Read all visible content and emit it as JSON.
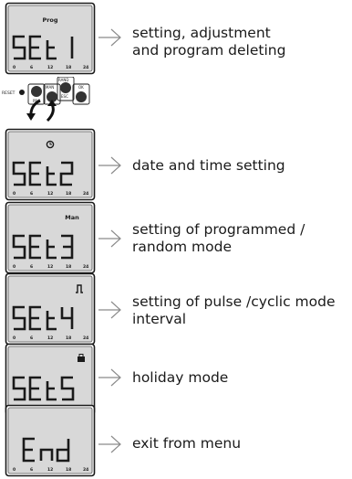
{
  "steps": [
    {
      "indicator": "Prog",
      "display": "SEt 1",
      "description": "setting, adjustment\nand program deleting"
    },
    {
      "indicator": "clock-icon",
      "display": "SEt2",
      "description": "date and time setting"
    },
    {
      "indicator": "Man",
      "display": "SEt3",
      "description": "setting of programmed /\nrandom mode"
    },
    {
      "indicator": "pulse-icon",
      "display": "SEt4",
      "description": "setting of pulse /cyclic mode\ninterval"
    },
    {
      "indicator": "suitcase-icon",
      "display": "SEt5",
      "description": "holiday mode"
    },
    {
      "indicator": "",
      "display": "End",
      "description": "exit from menu"
    }
  ],
  "time_scale": [
    "0",
    "6",
    "12",
    "18",
    "24"
  ],
  "buttons": {
    "reset": "RESET",
    "prg": "PRG",
    "man": "MAN",
    "rand": "RAND",
    "esc": "ESC",
    "ok": "OK"
  }
}
